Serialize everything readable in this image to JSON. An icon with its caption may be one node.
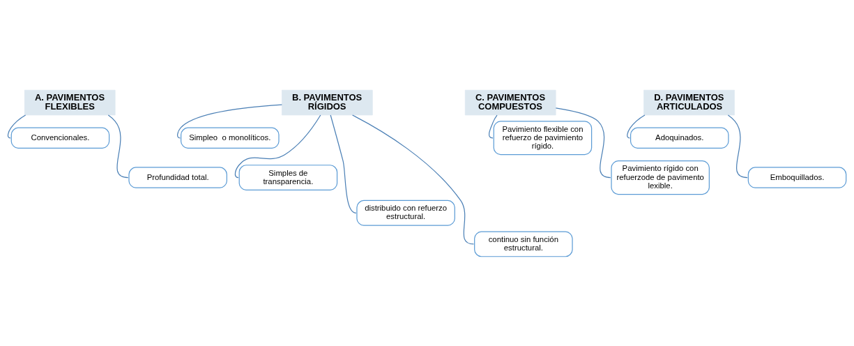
{
  "diagram": {
    "nodes": [
      {
        "text": [
          "A. PAVIMENTOS FLEXIBLES"
        ]
      },
      {
        "text": [
          "Convencionales."
        ]
      },
      {
        "text": [
          "Profundidad total."
        ]
      },
      {
        "text": [
          "B. PAVIMENTOS RÍGIDOS"
        ]
      },
      {
        "text": [
          "Simpleo  o monolíticos."
        ]
      },
      {
        "text": [
          "Simples de transparencia."
        ]
      },
      {
        "text": [
          "distribuido con refuerzo estructural."
        ]
      },
      {
        "text": [
          "continuo sin función estructural."
        ]
      },
      {
        "text": [
          "C. PAVIMENTOS COMPUESTOS"
        ]
      },
      {
        "text": [
          "Pavimiento flexible con refuerzo de pavimiento rígido."
        ]
      },
      {
        "text": [
          "Pavimiento rígido con refuerzode de pavimento lexible."
        ]
      },
      {
        "text": [
          "D. PAVIMENTOS ARTICULADOS"
        ]
      },
      {
        "text": [
          "Adoquinados."
        ]
      },
      {
        "text": [
          "Emboquillados."
        ]
      }
    ],
    "edges": [
      {
        "from": 0,
        "to": 1,
        "arrow": "none"
      },
      {
        "from": 0,
        "to": 2,
        "arrow": "none"
      },
      {
        "from": 3,
        "to": 4,
        "arrow": "none"
      },
      {
        "from": 3,
        "to": 5,
        "arrow": "none"
      },
      {
        "from": 3,
        "to": 6,
        "arrow": "none"
      },
      {
        "from": 3,
        "to": 7,
        "arrow": "none"
      },
      {
        "from": 8,
        "to": 9,
        "arrow": "none"
      },
      {
        "from": 8,
        "to": 10,
        "arrow": "none"
      },
      {
        "from": 11,
        "to": 12,
        "arrow": "none"
      },
      {
        "from": 11,
        "to": 13,
        "arrow": "none"
      }
    ]
  }
}
